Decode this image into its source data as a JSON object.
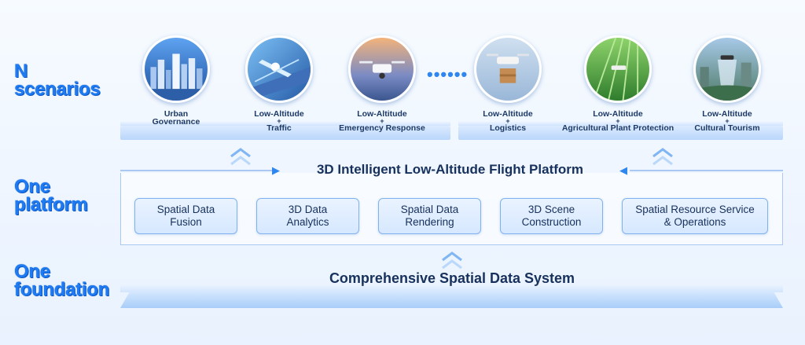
{
  "tiers": {
    "scenarios": [
      "N",
      "scenarios"
    ],
    "platform": [
      "One",
      "platform"
    ],
    "foundation": [
      "One",
      "foundation"
    ]
  },
  "scenarios": [
    {
      "line1": "Urban",
      "line2": "Governance",
      "icon": "urban-skyline-icon"
    },
    {
      "line1": "Low-Altitude",
      "plus": "+",
      "line2": "Traffic",
      "icon": "traffic-drone-icon"
    },
    {
      "line1": "Low-Altitude",
      "plus": "+",
      "line2": "Emergency Response",
      "icon": "emergency-drone-icon"
    },
    {
      "line1": "Low-Altitude",
      "plus": "+",
      "line2": "Logistics",
      "icon": "delivery-drone-icon"
    },
    {
      "line1": "Low-Altitude",
      "plus": "+",
      "line2": "Agricultural Plant Protection",
      "icon": "farm-drone-icon"
    },
    {
      "line1": "Low-Altitude",
      "plus": "+",
      "line2": "Cultural Tourism",
      "icon": "tourism-drone-icon"
    }
  ],
  "ellipsis": "••••••",
  "platform": {
    "title": "3D Intelligent Low-Altitude Flight Platform",
    "modules": [
      {
        "line1": "Spatial Data",
        "line2": "Fusion"
      },
      {
        "line1": "3D Data",
        "line2": "Analytics"
      },
      {
        "line1": "Spatial Data",
        "line2": "Rendering"
      },
      {
        "line1": "3D Scene",
        "line2": "Construction"
      },
      {
        "line1": "Spatial Resource Service",
        "line2": "& Operations"
      }
    ]
  },
  "foundation": {
    "title": "Comprehensive Spatial Data System"
  },
  "colors": {
    "accent": "#1f7bf2",
    "text": "#17315c",
    "module_border": "#7fb1ef"
  }
}
